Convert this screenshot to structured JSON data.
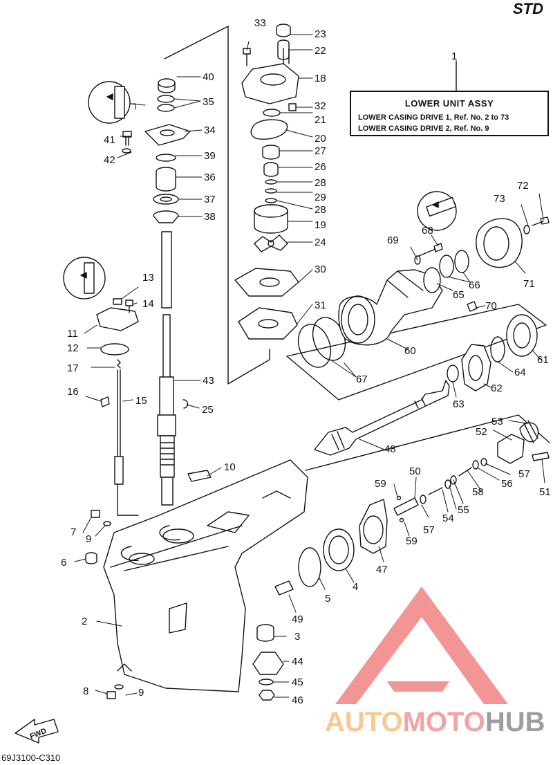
{
  "header": {
    "variant": "STD"
  },
  "assembly_box": {
    "title": "LOWER UNIT ASSY",
    "line1": "LOWER CASING DRIVE 1, Ref. No. 2 to 73",
    "line2": "LOWER CASING DRIVE 2, Ref. No. 9"
  },
  "drawing_code": "69J3100-C310",
  "fwd_label": "FWD",
  "watermark": {
    "part1": "AUTO",
    "part2": "MOTO",
    "part3": "HUB"
  },
  "callouts": [
    "1",
    "2",
    "3",
    "4",
    "5",
    "6",
    "7",
    "8",
    "9",
    "9",
    "10",
    "11",
    "12",
    "13",
    "14",
    "15",
    "16",
    "17",
    "18",
    "19",
    "20",
    "21",
    "22",
    "23",
    "24",
    "25",
    "26",
    "27",
    "28",
    "28",
    "29",
    "30",
    "31",
    "32",
    "33",
    "34",
    "35",
    "36",
    "37",
    "38",
    "39",
    "40",
    "41",
    "42",
    "43",
    "44",
    "45",
    "46",
    "47",
    "48",
    "49",
    "50",
    "51",
    "52",
    "53",
    "54",
    "55",
    "56",
    "57",
    "57",
    "58",
    "59",
    "59",
    "60",
    "61",
    "62",
    "63",
    "64",
    "65",
    "66",
    "67",
    "68",
    "69",
    "70",
    "71",
    "72",
    "73"
  ],
  "colors": {
    "line": "#111111",
    "watermark_red": "#f28a8a",
    "watermark_orange": "#f6c98f",
    "watermark_gray": "#9e9e9e"
  }
}
